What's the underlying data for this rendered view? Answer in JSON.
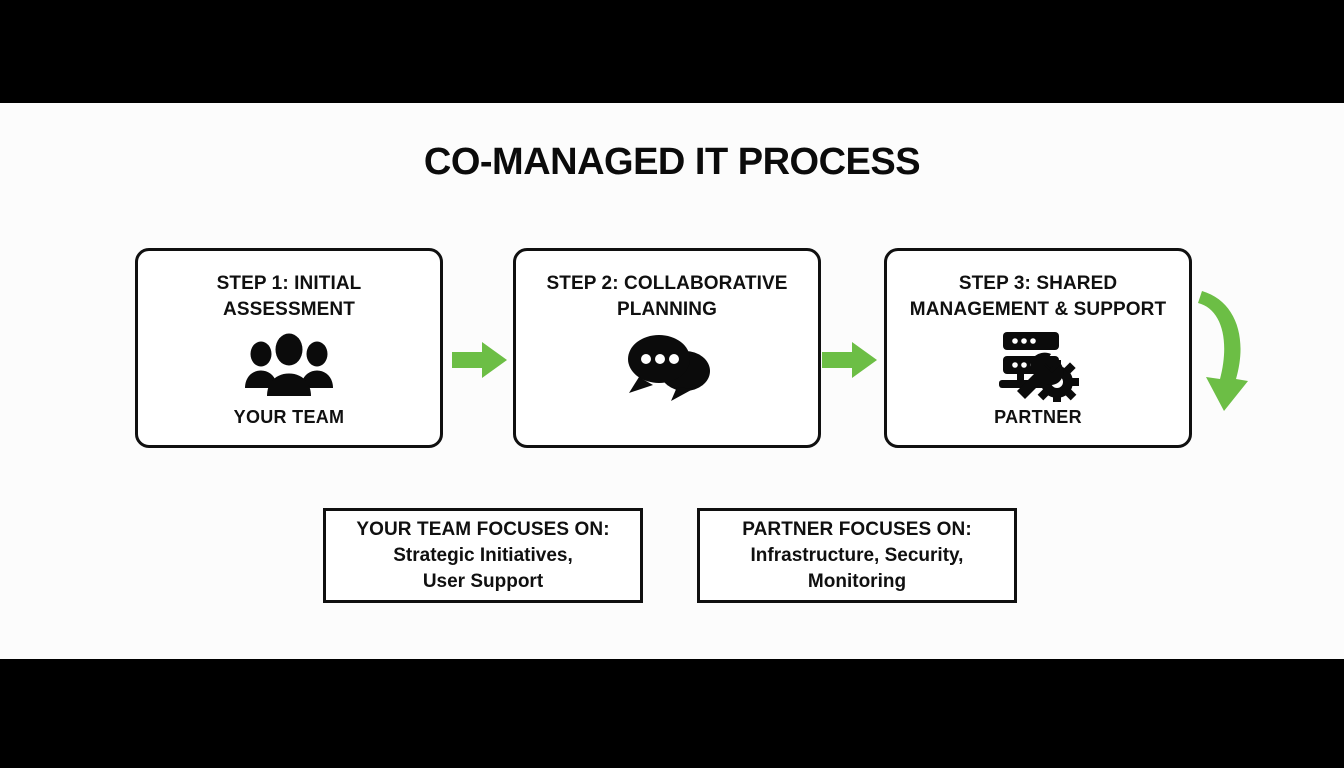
{
  "slide": {
    "title": "CO-MANAGED IT PROCESS",
    "background_color": "#fcfcfc",
    "letterbox_color": "#000000",
    "accent_color": "#6cbe45",
    "ink_color": "#101010"
  },
  "steps": [
    {
      "title": "STEP 1: INITIAL\nASSESSMENT",
      "icon": "people-group-icon",
      "owner": "YOUR TEAM"
    },
    {
      "title": "STEP 2: COLLABORATIVE\nPLANNING",
      "icon": "chat-bubbles-icon",
      "owner": ""
    },
    {
      "title": "STEP 3: SHARED\nMANAGEMENT & SUPPORT",
      "icon": "server-gear-icon",
      "owner": "PARTNER"
    }
  ],
  "connectors": [
    {
      "name": "arrow-step1-to-step2",
      "icon": "arrow-right-icon"
    },
    {
      "name": "arrow-step2-to-step3",
      "icon": "arrow-right-icon"
    },
    {
      "name": "arrow-loop-back",
      "icon": "curved-arrow-down-icon"
    }
  ],
  "focus_boxes": [
    {
      "heading": "YOUR TEAM FOCUSES ON:",
      "body": "Strategic Initiatives,\nUser Support"
    },
    {
      "heading": "PARTNER FOCUSES ON:",
      "body": "Infrastructure, Security,\nMonitoring"
    }
  ]
}
